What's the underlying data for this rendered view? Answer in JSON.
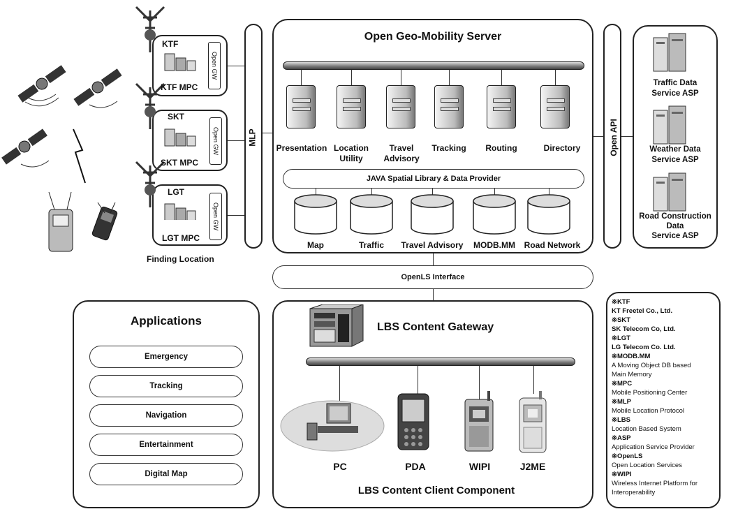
{
  "main_server": {
    "title": "Open Geo-Mobility Server",
    "servers": [
      "Presentation",
      "Location\nUtility",
      "Travel\nAdvisory",
      "Tracking",
      "Routing",
      "Directory"
    ],
    "library": "JAVA Spatial Library & Data Provider",
    "databases": [
      "Map",
      "Traffic",
      "Travel Advisory",
      "MODB.MM",
      "Road Network"
    ]
  },
  "mlp_label": "MLP",
  "open_api_label": "Open API",
  "carriers": [
    {
      "name": "KTF",
      "mpc": "KTF MPC",
      "gw": "Open GW"
    },
    {
      "name": "SKT",
      "mpc": "SKT MPC",
      "gw": "Open GW"
    },
    {
      "name": "LGT",
      "mpc": "LGT MPC",
      "gw": "Open GW"
    }
  ],
  "finding_location": "Finding Location",
  "asps": [
    "Traffic Data\nService ASP",
    "Weather Data\nService ASP",
    "Road Construction\nData\nService ASP"
  ],
  "openls": "OpenLS Interface",
  "applications": {
    "title": "Applications",
    "items": [
      "Emergency",
      "Tracking",
      "Navigation",
      "Entertainment",
      "Digital Map"
    ]
  },
  "gateway": {
    "title": "LBS Content Gateway",
    "devices": [
      "PC",
      "PDA",
      "WIPI",
      "J2ME"
    ],
    "footer": "LBS Content Client Component"
  },
  "legend": [
    {
      "key": "※KTF",
      "desc": "KT Freetel Co., Ltd.",
      "desc_bold": true
    },
    {
      "key": "※SKT",
      "desc": "SK Telecom Co, Ltd.",
      "desc_bold": true
    },
    {
      "key": "※LGT",
      "desc": "LG Telecom Co. Ltd.",
      "desc_bold": true
    },
    {
      "key": "※MODB.MM",
      "desc": "A Moving Object DB based\nMain Memory",
      "desc_bold": false
    },
    {
      "key": "※MPC",
      "desc": "Mobile Positioning Center",
      "desc_bold": false
    },
    {
      "key": "※MLP",
      "desc": "Mobile Location Protocol",
      "desc_bold": false
    },
    {
      "key": "※LBS",
      "desc": "Location Based System",
      "desc_bold": false
    },
    {
      "key": "※ASP",
      "desc": "Application Service Provider",
      "desc_bold": false
    },
    {
      "key": "※OpenLS",
      "desc": "Open Location Services",
      "desc_bold": false
    },
    {
      "key": "※WIPI",
      "desc": "Wireless Internet Platform for\nInteroperability",
      "desc_bold": false
    }
  ]
}
